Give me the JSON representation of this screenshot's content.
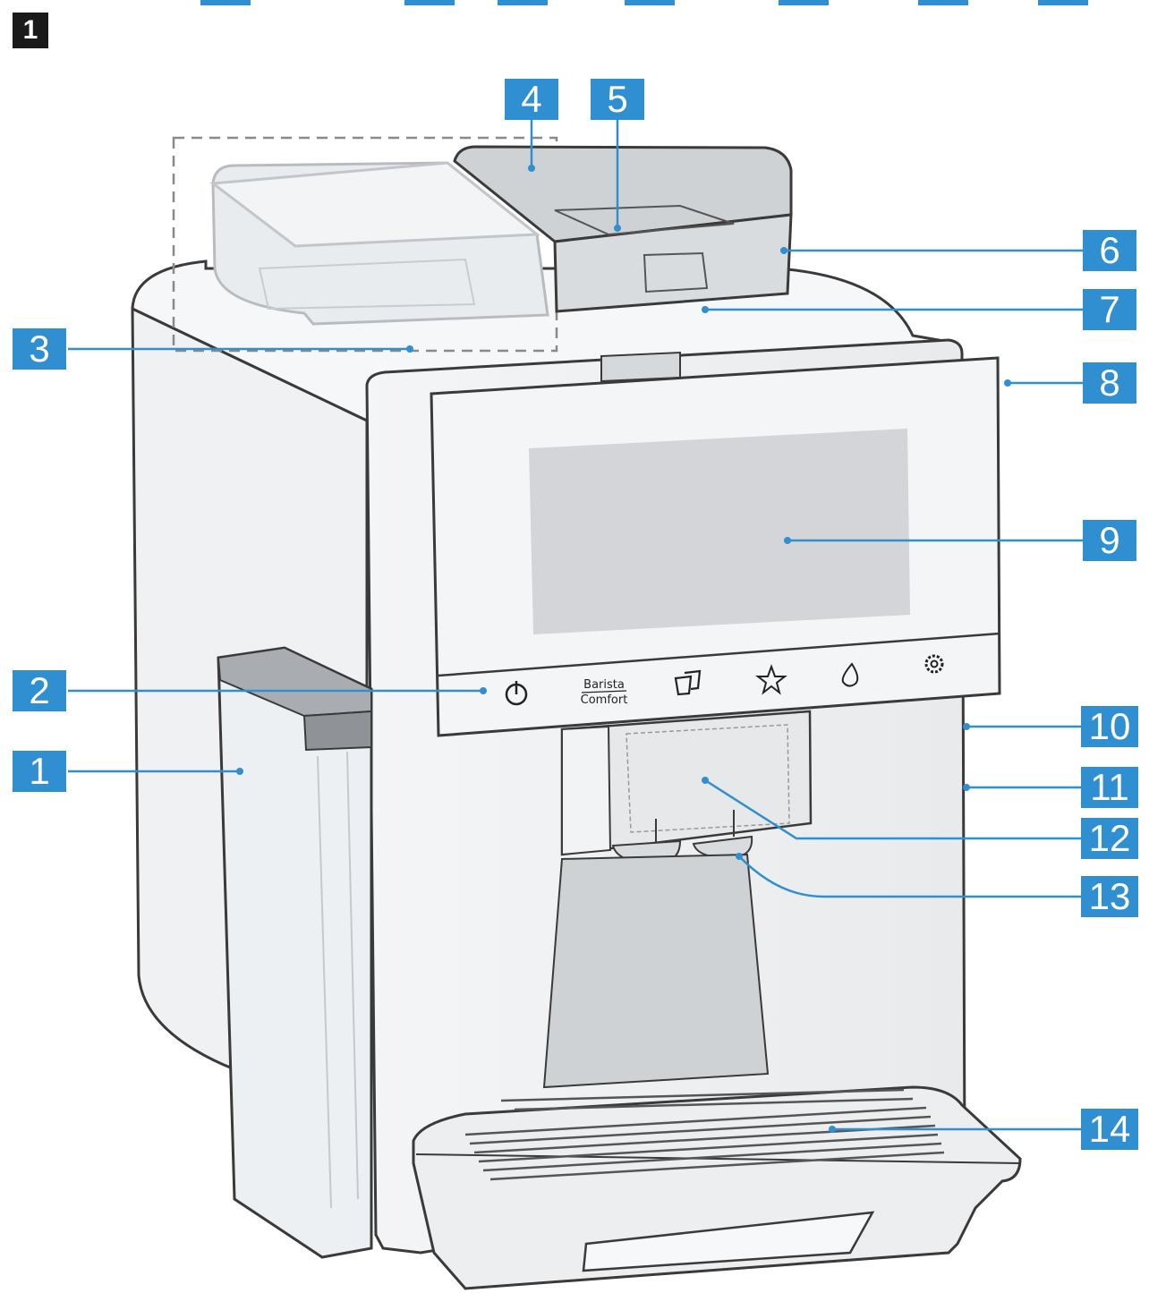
{
  "figure": {
    "number": "1"
  },
  "callouts": [
    {
      "id": "1",
      "label": "1"
    },
    {
      "id": "2",
      "label": "2"
    },
    {
      "id": "3",
      "label": "3"
    },
    {
      "id": "4",
      "label": "4"
    },
    {
      "id": "5",
      "label": "5"
    },
    {
      "id": "6",
      "label": "6"
    },
    {
      "id": "7",
      "label": "7"
    },
    {
      "id": "8",
      "label": "8"
    },
    {
      "id": "9",
      "label": "9"
    },
    {
      "id": "10",
      "label": "10"
    },
    {
      "id": "11",
      "label": "11"
    },
    {
      "id": "12",
      "label": "12"
    },
    {
      "id": "13",
      "label": "13"
    },
    {
      "id": "14",
      "label": "14"
    }
  ],
  "control_panel": {
    "barista_line1": "Barista",
    "barista_line2": "Comfort",
    "icons": [
      "power-icon",
      "cups-icon",
      "star-icon",
      "milk-drop-icon",
      "gear-icon"
    ]
  },
  "colors": {
    "callout": "#2f8fd0",
    "outline": "#3a3a3a",
    "body": "#eef0f2"
  }
}
